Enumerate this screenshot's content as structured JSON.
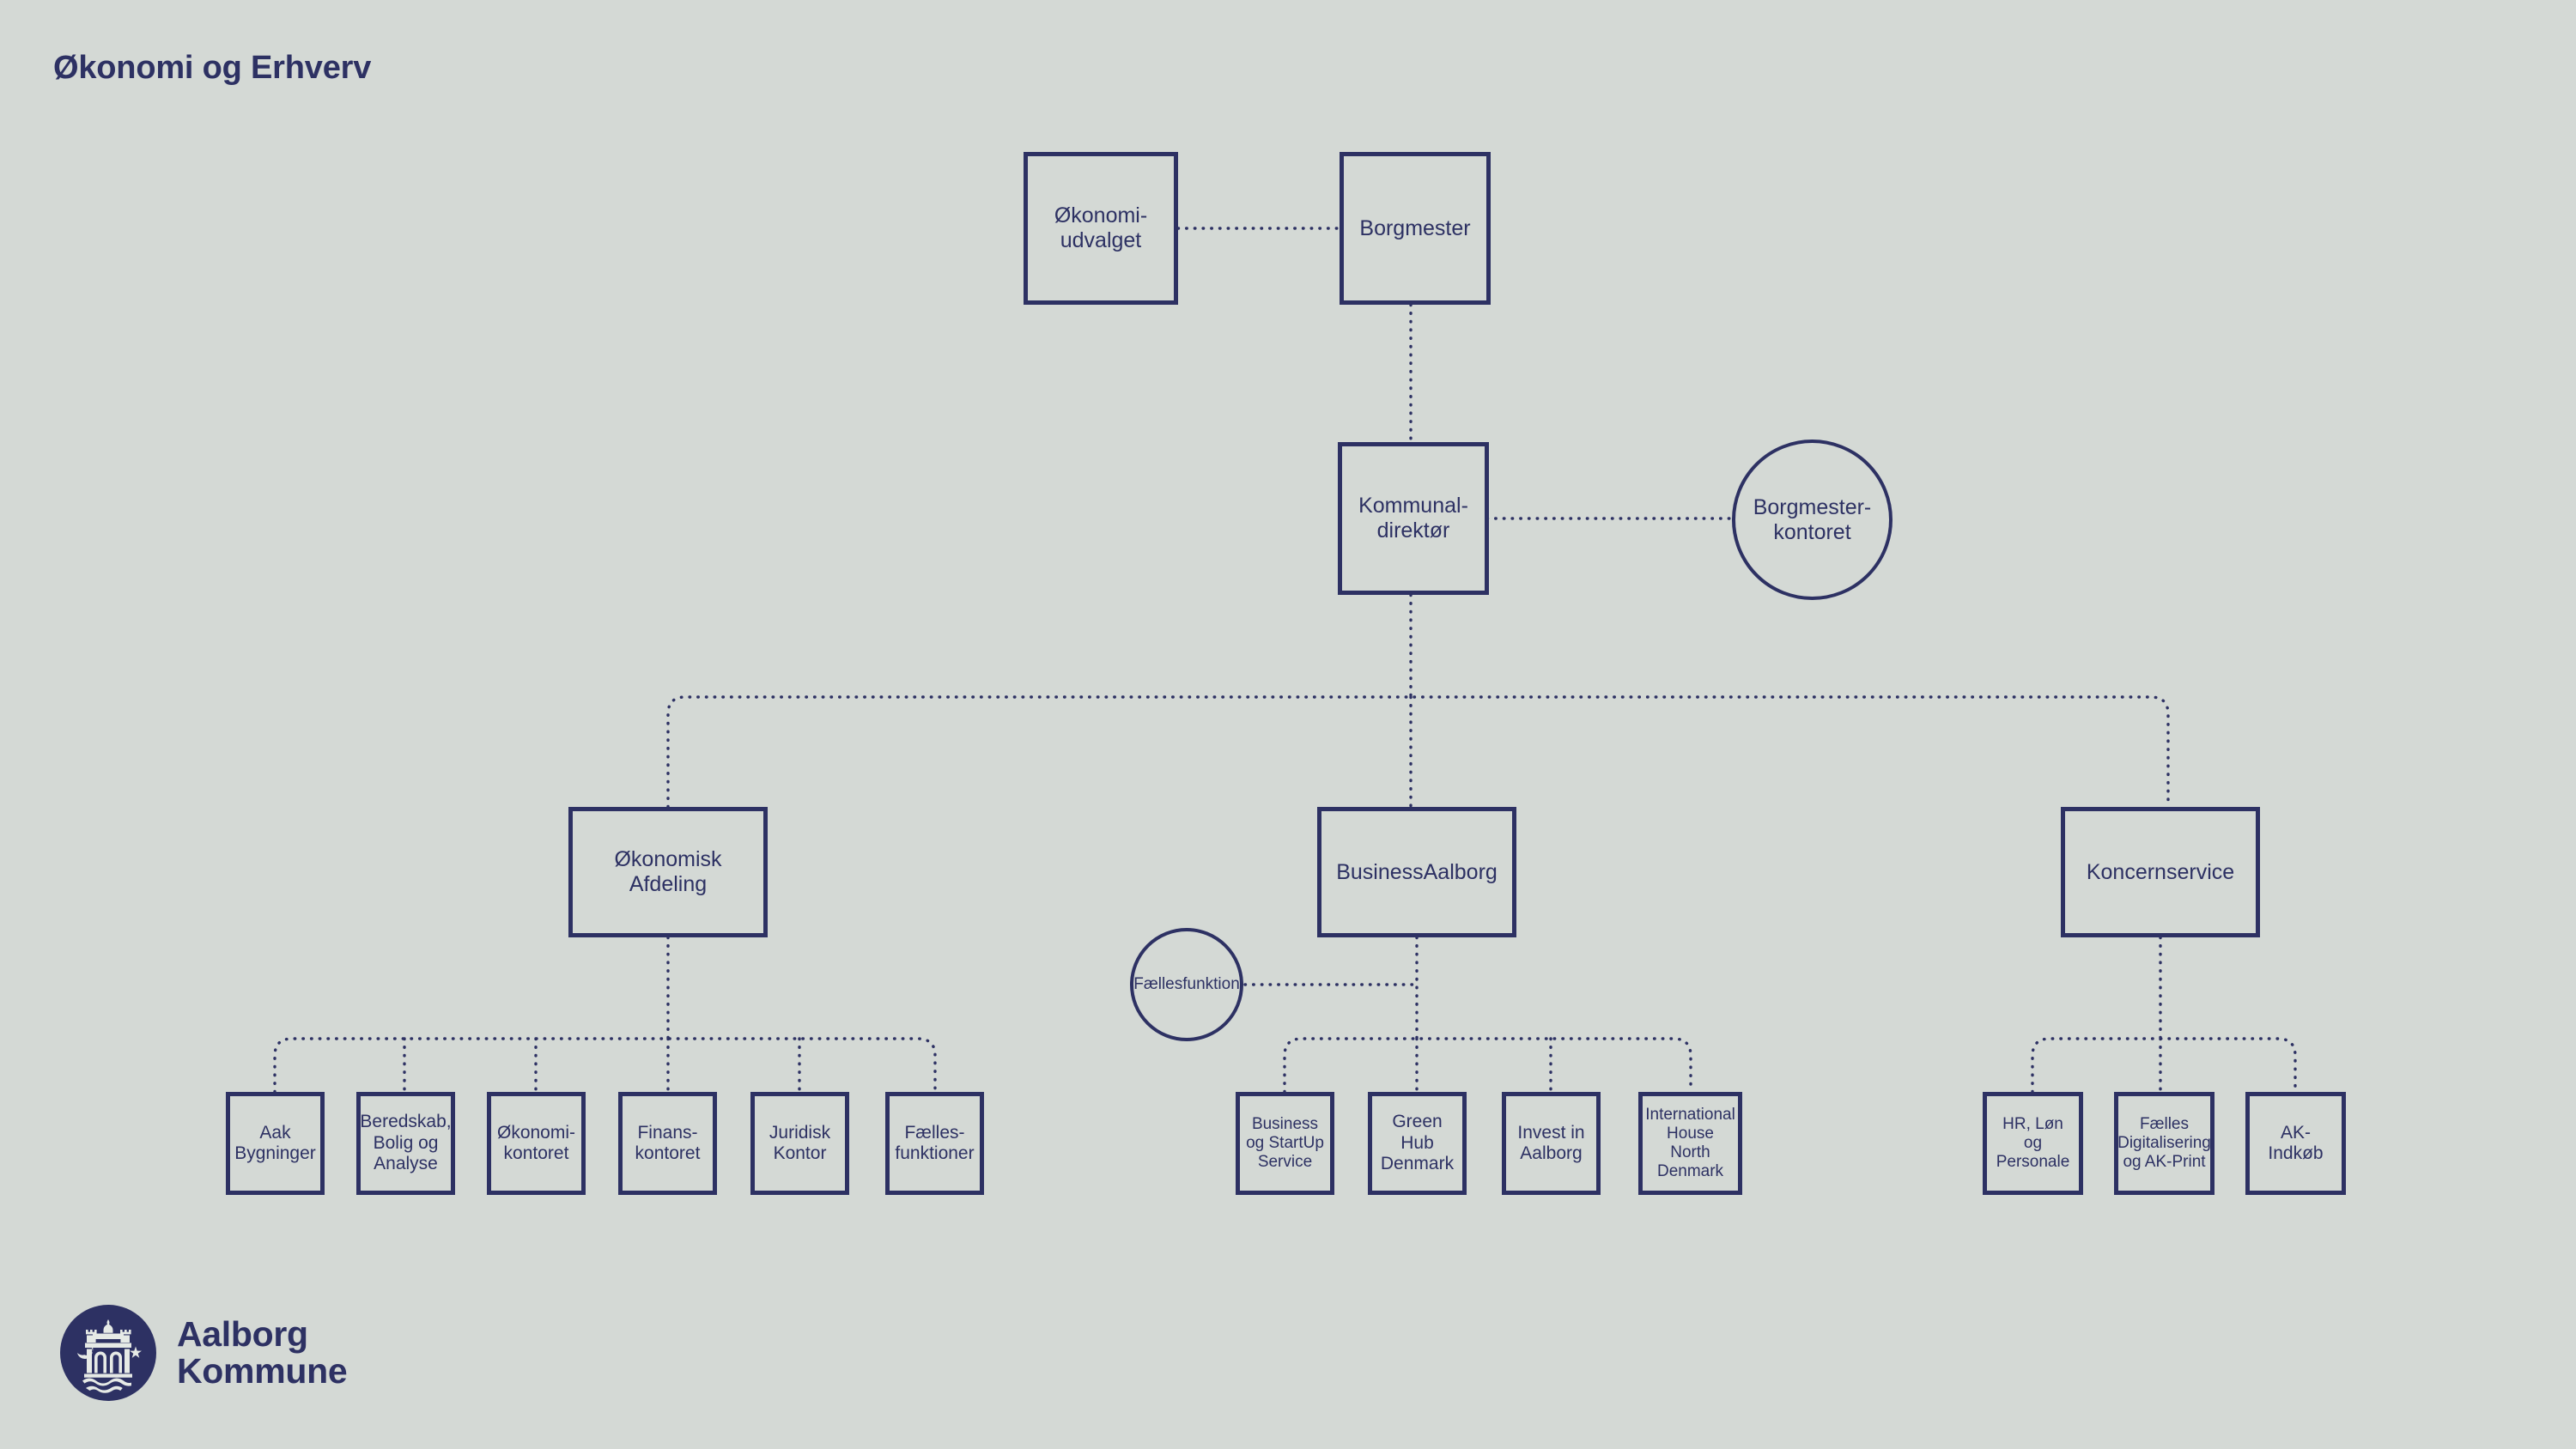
{
  "page": {
    "title": "Økonomi og Erhverv",
    "background_color": "#d4d9d5",
    "accent_color": "#2d3163"
  },
  "chart_data": {
    "type": "diagram",
    "title": "Økonomi og Erhverv",
    "nodes": [
      {
        "id": "okonomiudvalget",
        "label": "Økonomi-\nudvalget",
        "shape": "rect",
        "level": 1
      },
      {
        "id": "borgmester",
        "label": "Borgmester",
        "shape": "rect",
        "level": 1
      },
      {
        "id": "kommunaldirektor",
        "label": "Kommunal-\ndirektør",
        "shape": "rect",
        "level": 2
      },
      {
        "id": "borgmesterkontoret",
        "label": "Borgmester-\nkontoret",
        "shape": "circle",
        "level": 2
      },
      {
        "id": "okonomisk-afdeling",
        "label": "Økonomisk\nAfdeling",
        "shape": "rect",
        "level": 3
      },
      {
        "id": "businessaalborg",
        "label": "BusinessAalborg",
        "shape": "rect",
        "level": 3
      },
      {
        "id": "koncernservice",
        "label": "Koncernservice",
        "shape": "rect",
        "level": 3
      },
      {
        "id": "faellesfunktion",
        "label": "Fællesfunktion",
        "shape": "circle",
        "level": 3
      },
      {
        "id": "aak-bygninger",
        "label": "Aak\nBygninger",
        "shape": "rect",
        "level": 4
      },
      {
        "id": "beredskab",
        "label": "Beredskab,\nBolig og\nAnalyse",
        "shape": "rect",
        "level": 4
      },
      {
        "id": "okonomikontoret",
        "label": "Økonomi-\nkontoret",
        "shape": "rect",
        "level": 4
      },
      {
        "id": "finanskontoret",
        "label": "Finans-\nkontoret",
        "shape": "rect",
        "level": 4
      },
      {
        "id": "juridisk-kontor",
        "label": "Juridisk\nKontor",
        "shape": "rect",
        "level": 4
      },
      {
        "id": "faellesfunktioner",
        "label": "Fælles-\nfunktioner",
        "shape": "rect",
        "level": 4
      },
      {
        "id": "business-startup",
        "label": "Business\nog StartUp\nService",
        "shape": "rect",
        "level": 4
      },
      {
        "id": "green-hub",
        "label": "Green Hub\nDenmark",
        "shape": "rect",
        "level": 4
      },
      {
        "id": "invest-in-aalborg",
        "label": "Invest in\nAalborg",
        "shape": "rect",
        "level": 4
      },
      {
        "id": "international-house",
        "label": "International\nHouse North\nDenmark",
        "shape": "rect",
        "level": 4
      },
      {
        "id": "hr-lon-personale",
        "label": "HR, Løn og\nPersonale",
        "shape": "rect",
        "level": 4
      },
      {
        "id": "faelles-digitalisering",
        "label": "Fælles\nDigitalisering\nog AK-Print",
        "shape": "rect",
        "level": 4
      },
      {
        "id": "ak-indkob",
        "label": "AK-Indkøb",
        "shape": "rect",
        "level": 4
      }
    ],
    "edges": [
      {
        "from": "okonomiudvalget",
        "to": "borgmester",
        "style": "dotted",
        "orientation": "horizontal"
      },
      {
        "from": "borgmester",
        "to": "kommunaldirektor",
        "style": "dotted",
        "orientation": "vertical"
      },
      {
        "from": "kommunaldirektor",
        "to": "borgmesterkontoret",
        "style": "dotted",
        "orientation": "horizontal"
      },
      {
        "from": "kommunaldirektor",
        "to": "okonomisk-afdeling",
        "style": "dotted",
        "orientation": "tree"
      },
      {
        "from": "kommunaldirektor",
        "to": "businessaalborg",
        "style": "dotted",
        "orientation": "tree"
      },
      {
        "from": "kommunaldirektor",
        "to": "koncernservice",
        "style": "dotted",
        "orientation": "tree"
      },
      {
        "from": "businessaalborg",
        "to": "faellesfunktion",
        "style": "dotted",
        "orientation": "horizontal"
      },
      {
        "from": "okonomisk-afdeling",
        "to": "aak-bygninger",
        "style": "dotted",
        "orientation": "tree"
      },
      {
        "from": "okonomisk-afdeling",
        "to": "beredskab",
        "style": "dotted",
        "orientation": "tree"
      },
      {
        "from": "okonomisk-afdeling",
        "to": "okonomikontoret",
        "style": "dotted",
        "orientation": "tree"
      },
      {
        "from": "okonomisk-afdeling",
        "to": "finanskontoret",
        "style": "dotted",
        "orientation": "tree"
      },
      {
        "from": "okonomisk-afdeling",
        "to": "juridisk-kontor",
        "style": "dotted",
        "orientation": "tree"
      },
      {
        "from": "okonomisk-afdeling",
        "to": "faellesfunktioner",
        "style": "dotted",
        "orientation": "tree"
      },
      {
        "from": "businessaalborg",
        "to": "business-startup",
        "style": "dotted",
        "orientation": "tree"
      },
      {
        "from": "businessaalborg",
        "to": "green-hub",
        "style": "dotted",
        "orientation": "tree"
      },
      {
        "from": "businessaalborg",
        "to": "invest-in-aalborg",
        "style": "dotted",
        "orientation": "tree"
      },
      {
        "from": "businessaalborg",
        "to": "international-house",
        "style": "dotted",
        "orientation": "tree"
      },
      {
        "from": "koncernservice",
        "to": "hr-lon-personale",
        "style": "dotted",
        "orientation": "tree"
      },
      {
        "from": "koncernservice",
        "to": "faelles-digitalisering",
        "style": "dotted",
        "orientation": "tree"
      },
      {
        "from": "koncernservice",
        "to": "ak-indkob",
        "style": "dotted",
        "orientation": "tree"
      }
    ]
  },
  "nodes": {
    "okonomiudvalget": {
      "line1": "Økonomi-",
      "line2": "udvalget"
    },
    "borgmester": {
      "line1": "Borgmester"
    },
    "kommunaldirektor": {
      "line1": "Kommunal-",
      "line2": "direktør"
    },
    "borgmesterkontoret": {
      "line1": "Borgmester-",
      "line2": "kontoret"
    },
    "okonomisk_afdeling": {
      "line1": "Økonomisk",
      "line2": "Afdeling"
    },
    "businessaalborg": {
      "line1": "BusinessAalborg"
    },
    "koncernservice": {
      "line1": "Koncernservice"
    },
    "faellesfunktion": {
      "line1": "Fællesfunktion"
    },
    "aak_bygninger": {
      "line1": "Aak",
      "line2": "Bygninger"
    },
    "beredskab": {
      "line1": "Beredskab,",
      "line2": "Bolig og",
      "line3": "Analyse"
    },
    "okonomikontoret": {
      "line1": "Økonomi-",
      "line2": "kontoret"
    },
    "finanskontoret": {
      "line1": "Finans-",
      "line2": "kontoret"
    },
    "juridisk_kontor": {
      "line1": "Juridisk",
      "line2": "Kontor"
    },
    "faellesfunktioner": {
      "line1": "Fælles-",
      "line2": "funktioner"
    },
    "business_startup": {
      "line1": "Business",
      "line2": "og StartUp",
      "line3": "Service"
    },
    "green_hub": {
      "line1": "Green Hub",
      "line2": "Denmark"
    },
    "invest_in_aalborg": {
      "line1": "Invest in",
      "line2": "Aalborg"
    },
    "international_house": {
      "line1": "International",
      "line2": "House North",
      "line3": "Denmark"
    },
    "hr_lon_personale": {
      "line1": "HR, Løn og",
      "line2": "Personale"
    },
    "faelles_digitalisering": {
      "line1": "Fælles",
      "line2": "Digitalisering",
      "line3": "og AK-Print"
    },
    "ak_indkob": {
      "line1": "AK-Indkøb"
    }
  },
  "logo": {
    "line1": "Aalborg",
    "line2": "Kommune",
    "mark_name": "aalborg-kommune-crest-icon"
  }
}
